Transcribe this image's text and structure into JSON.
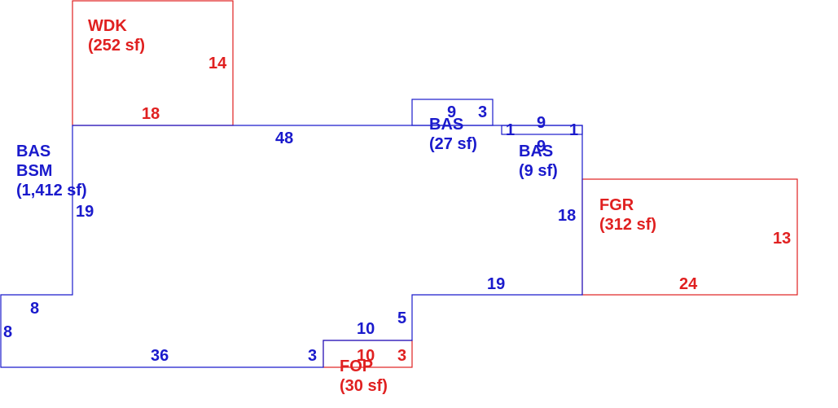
{
  "colors": {
    "main": "#1a1acc",
    "addition": "#e02020",
    "background": "#ffffff"
  },
  "areas": {
    "main": {
      "code1": "BAS",
      "code2": "BSM",
      "area": "(1,412 sf)"
    },
    "bas_small_a": {
      "code": "BAS",
      "area": "(27 sf)"
    },
    "bas_small_b": {
      "code": "BAS",
      "area": "(9 sf)"
    },
    "wdk": {
      "code": "WDK",
      "area": "(252 sf)"
    },
    "fgr": {
      "code": "FGR",
      "area": "(312 sf)"
    },
    "fop": {
      "code": "FOP",
      "area": "(30 sf)"
    }
  },
  "dimensions": {
    "main_top": "48",
    "main_left_upper": "19",
    "main_step_top": "8",
    "main_left_lower": "8",
    "main_bottom": "36",
    "main_notch_side": "3",
    "main_notch_top": "10",
    "main_notch_right": "5",
    "main_lower_right_top": "19",
    "main_right": "18",
    "bas_a_top": "9",
    "bas_a_side": "3",
    "bas_b_top": "9",
    "bas_b_bottom": "9",
    "bas_b_left": "1",
    "bas_b_right": "1",
    "wdk_bottom": "18",
    "wdk_right": "14",
    "fgr_bottom": "24",
    "fgr_right": "13",
    "fop_top": "10",
    "fop_right": "3"
  }
}
